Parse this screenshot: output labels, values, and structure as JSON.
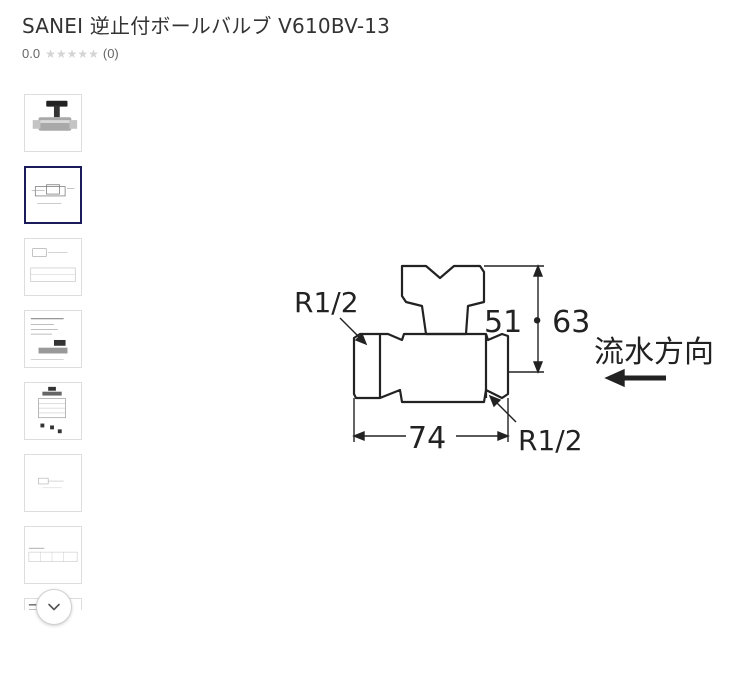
{
  "product": {
    "title": "SANEI 逆止付ボールバルブ V610BV-13",
    "rating_value": "0.0",
    "rating_stars": 0,
    "review_count": "(0)"
  },
  "thumbnails": [
    {
      "icon": "product-photo-icon",
      "active": false
    },
    {
      "icon": "dimension-drawing-icon",
      "active": true
    },
    {
      "icon": "spec-drawing-icon",
      "active": false
    },
    {
      "icon": "spec-sheet-icon",
      "active": false
    },
    {
      "icon": "chart-sheet-icon",
      "active": false
    },
    {
      "icon": "drawing-icon",
      "active": false
    },
    {
      "icon": "table-sheet-icon",
      "active": false
    },
    {
      "icon": "spec-sheet-icon",
      "active": false
    }
  ],
  "drawing": {
    "label_r_top": "R1/2",
    "label_height": "51・63",
    "label_flow": "流水方向",
    "label_width": "74",
    "label_r_bottom": "R1/2"
  },
  "colors": {
    "active_border": "#1c1c5c",
    "star": "#d4d4d4",
    "text": "#333333"
  }
}
